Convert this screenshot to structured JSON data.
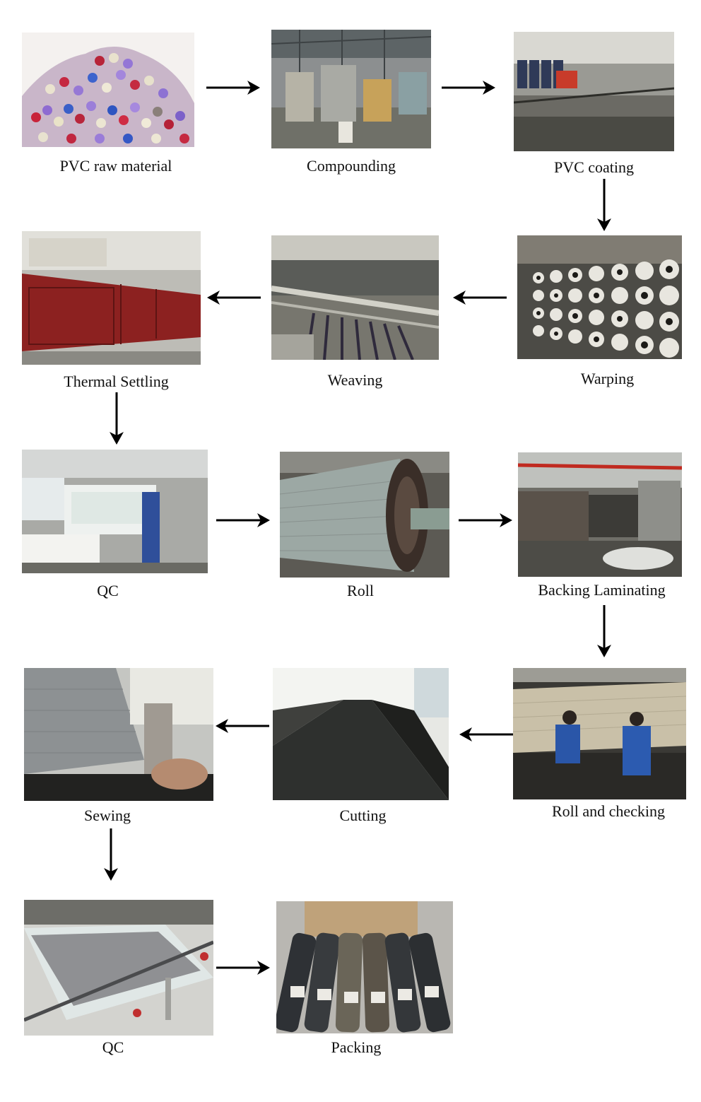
{
  "steps": [
    {
      "id": 1,
      "label": "PVC raw material",
      "image": "pvc-pellets-photo"
    },
    {
      "id": 2,
      "label": "Compounding",
      "image": "compounding-machine-photo"
    },
    {
      "id": 3,
      "label": "PVC coating",
      "image": "coating-line-photo"
    },
    {
      "id": 4,
      "label": "Warping",
      "image": "warping-creel-photo"
    },
    {
      "id": 5,
      "label": "Weaving",
      "image": "weaving-loom-photo"
    },
    {
      "id": 6,
      "label": "Thermal Settling",
      "image": "thermal-oven-photo"
    },
    {
      "id": 7,
      "label": "QC",
      "image": "inspection-machine-photo"
    },
    {
      "id": 8,
      "label": "Roll",
      "image": "fabric-roll-photo"
    },
    {
      "id": 9,
      "label": "Backing Laminating",
      "image": "laminating-line-photo"
    },
    {
      "id": 10,
      "label": "Roll and checking",
      "image": "workers-checking-photo"
    },
    {
      "id": 11,
      "label": "Cutting",
      "image": "cutting-table-photo"
    },
    {
      "id": 12,
      "label": "Sewing",
      "image": "sewing-machine-photo"
    },
    {
      "id": 13,
      "label": "QC",
      "image": "qc-table-photo"
    },
    {
      "id": 14,
      "label": "Packing",
      "image": "packed-rolls-photo"
    }
  ],
  "arrows": [
    "right",
    "right",
    "down",
    "left",
    "left",
    "down",
    "right",
    "right",
    "down",
    "left",
    "left",
    "down",
    "right"
  ],
  "colors": {
    "arrow": "#000000",
    "text": "#111111",
    "background": "#ffffff"
  }
}
